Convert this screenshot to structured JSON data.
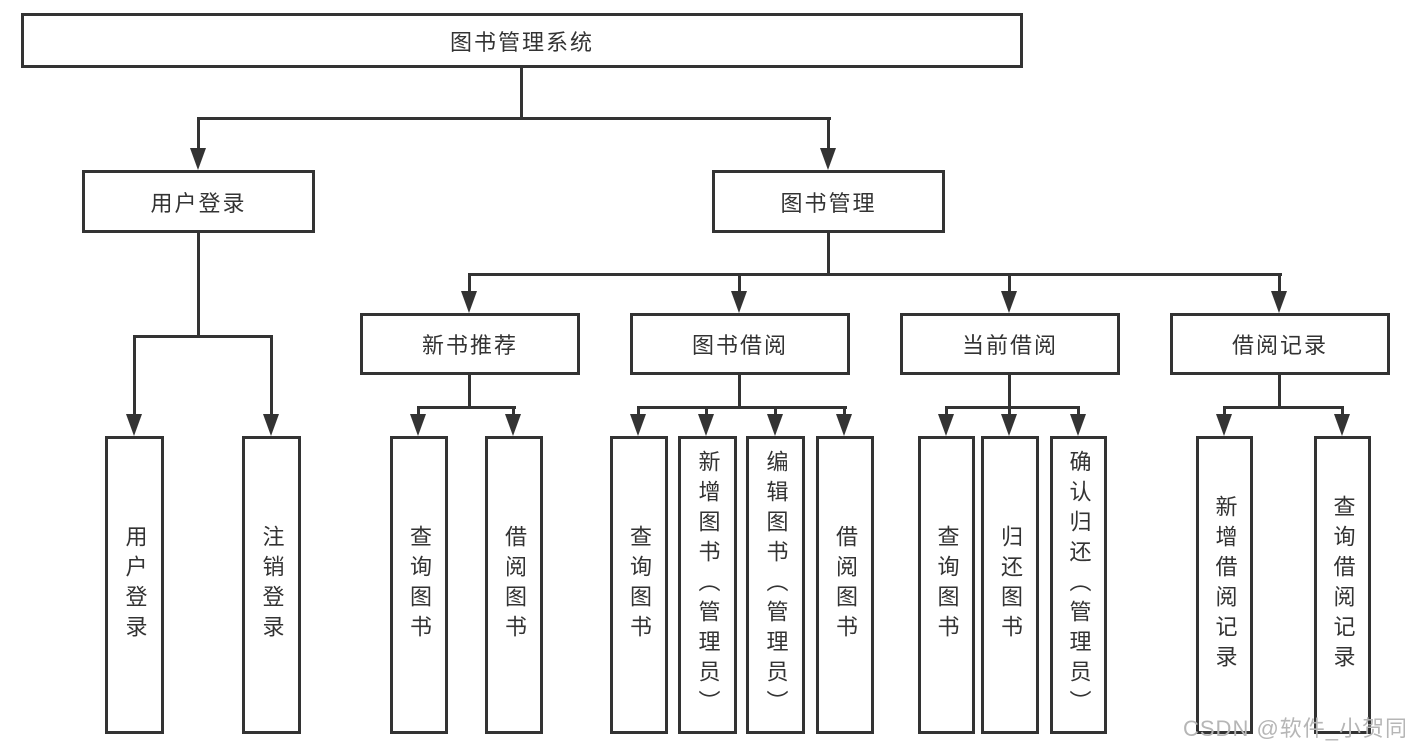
{
  "diagram_type": "tree",
  "watermark": "CSDN @软件_小贺同学",
  "colors": {
    "line": "#333333",
    "text": "#333333",
    "background": "#ffffff",
    "watermark": "#b6b6b6"
  },
  "nodes": {
    "root": {
      "label": "图书管理系统",
      "level": 1,
      "parent": null
    },
    "user_login": {
      "label": "用户登录",
      "level": 2,
      "parent": "root"
    },
    "book_management": {
      "label": "图书管理",
      "level": 2,
      "parent": "root"
    },
    "new_book_recommend": {
      "label": "新书推荐",
      "level": 3,
      "parent": "book_management"
    },
    "book_borrow": {
      "label": "图书借阅",
      "level": 3,
      "parent": "book_management"
    },
    "current_borrow": {
      "label": "当前借阅",
      "level": 3,
      "parent": "book_management"
    },
    "borrow_records": {
      "label": "借阅记录",
      "level": 3,
      "parent": "book_management"
    },
    "user_login_action": {
      "label": "用户登录",
      "level": 4,
      "parent": "user_login"
    },
    "logout_action": {
      "label": "注销登录",
      "level": 4,
      "parent": "user_login"
    },
    "rec_query_books": {
      "label": "查询图书",
      "level": 4,
      "parent": "new_book_recommend"
    },
    "rec_borrow_books": {
      "label": "借阅图书",
      "level": 4,
      "parent": "new_book_recommend"
    },
    "bb_query_books": {
      "label": "查询图书",
      "level": 4,
      "parent": "book_borrow"
    },
    "bb_add_books": {
      "label": "新增图书（管理员）",
      "level": 4,
      "parent": "book_borrow"
    },
    "bb_edit_books": {
      "label": "编辑图书（管理员）",
      "level": 4,
      "parent": "book_borrow"
    },
    "bb_borrow_books": {
      "label": "借阅图书",
      "level": 4,
      "parent": "book_borrow"
    },
    "cb_query_books": {
      "label": "查询图书",
      "level": 4,
      "parent": "current_borrow"
    },
    "cb_return_books": {
      "label": "归还图书",
      "level": 4,
      "parent": "current_borrow"
    },
    "cb_confirm_return": {
      "label": "确认归还（管理员）",
      "level": 4,
      "parent": "current_borrow"
    },
    "br_add_record": {
      "label": "新增借阅记录",
      "level": 4,
      "parent": "borrow_records"
    },
    "br_query_record": {
      "label": "查询借阅记录",
      "level": 4,
      "parent": "borrow_records"
    }
  }
}
